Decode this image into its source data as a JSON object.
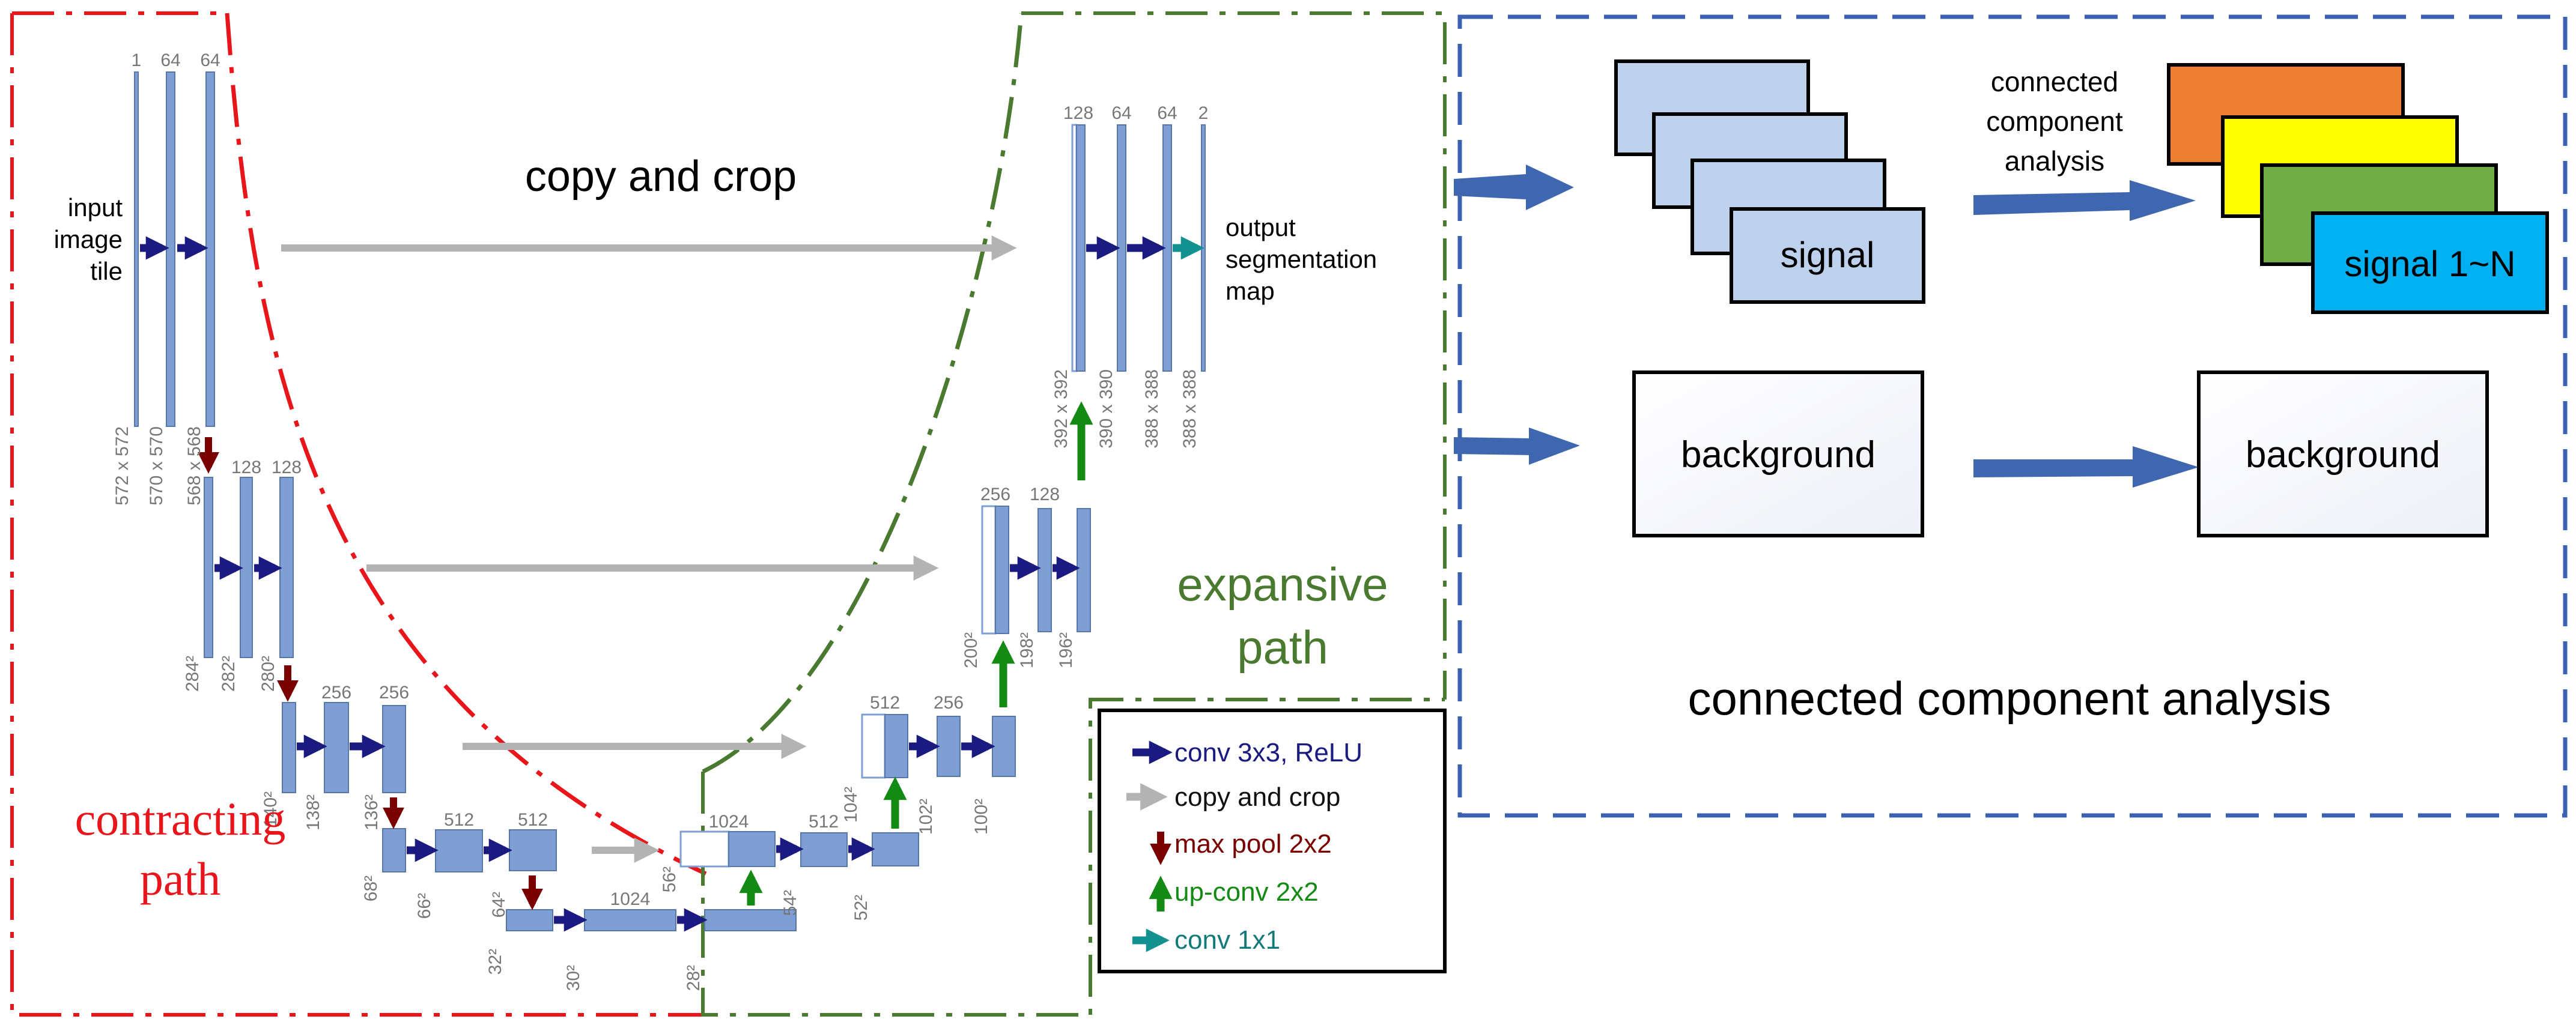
{
  "unet": {
    "top_labels": {
      "c1": "1",
      "c2": "64",
      "c3": "64",
      "r2a": "128",
      "r2b": "128",
      "r3a": "256",
      "r3b": "256",
      "r4a": "512",
      "r4b": "512",
      "bottom": "1024",
      "u4a": "1024",
      "u4b": "512",
      "u3a": "512",
      "u3b": "256",
      "u2a": "256",
      "u2b": "128",
      "u1a": "128",
      "u1b": "64",
      "u1c": "64",
      "u1d": "2"
    },
    "size_labels": {
      "l1a": "572 x 572",
      "l1b": "570 x 570",
      "l1c": "568 x 568",
      "l2a": "284²",
      "l2b": "282²",
      "l2c": "280²",
      "l3a": "140²",
      "l3b": "138²",
      "l3c": "136²",
      "l4a": "68²",
      "l4b": "66²",
      "l4c": "64²",
      "l5a": "32²",
      "l5b": "30²",
      "l5c": "28²",
      "u4a": "56²",
      "u4b": "54²",
      "u4c": "52²",
      "u3a": "104²",
      "u3b": "102²",
      "u3c": "100²",
      "u2a": "200²",
      "u2b": "198²",
      "u2c": "196²",
      "u1a": "392 x 392",
      "u1b": "390 x 390",
      "u1c": "388 x 388",
      "u1d": "388 x 388"
    },
    "input_label": [
      "input",
      "image",
      "tile"
    ],
    "output_label": [
      "output",
      "segmentation",
      "map"
    ],
    "copy_crop_label": "copy and crop",
    "contracting_label": [
      "contracting",
      "path"
    ],
    "expansive_label": [
      "expansive",
      "path"
    ]
  },
  "legend": [
    {
      "label": "conv 3x3, ReLU",
      "color": "#1a1a80",
      "icon": "arrow-right-navy"
    },
    {
      "label": "copy and crop",
      "color": "#111111",
      "icon": "arrow-right-gray"
    },
    {
      "label": "max pool 2x2",
      "color": "#7a0000",
      "icon": "arrow-down-darkred"
    },
    {
      "label": "up-conv 2x2",
      "color": "#137a13",
      "icon": "arrow-up-green"
    },
    {
      "label": "conv 1x1",
      "color": "#137a7a",
      "icon": "arrow-right-teal"
    }
  ],
  "cca": {
    "label_signal": "signal",
    "label_signal_n": "signal 1~N",
    "label_background_in": "background",
    "label_background_out": "background",
    "cca_arrow_label": [
      "connected",
      "component",
      "analysis"
    ],
    "caption": "connected component analysis"
  },
  "colors": {
    "blue_block": "#7f9fd4",
    "contracting": "#e8161b",
    "expansive": "#4a7a30",
    "cca_border": "#3a62b0",
    "orange": "#ed7d31",
    "yellow": "#ffff00",
    "green": "#70ad47",
    "cyan": "#00b0f0",
    "light_blue": "#bdd0ec"
  }
}
